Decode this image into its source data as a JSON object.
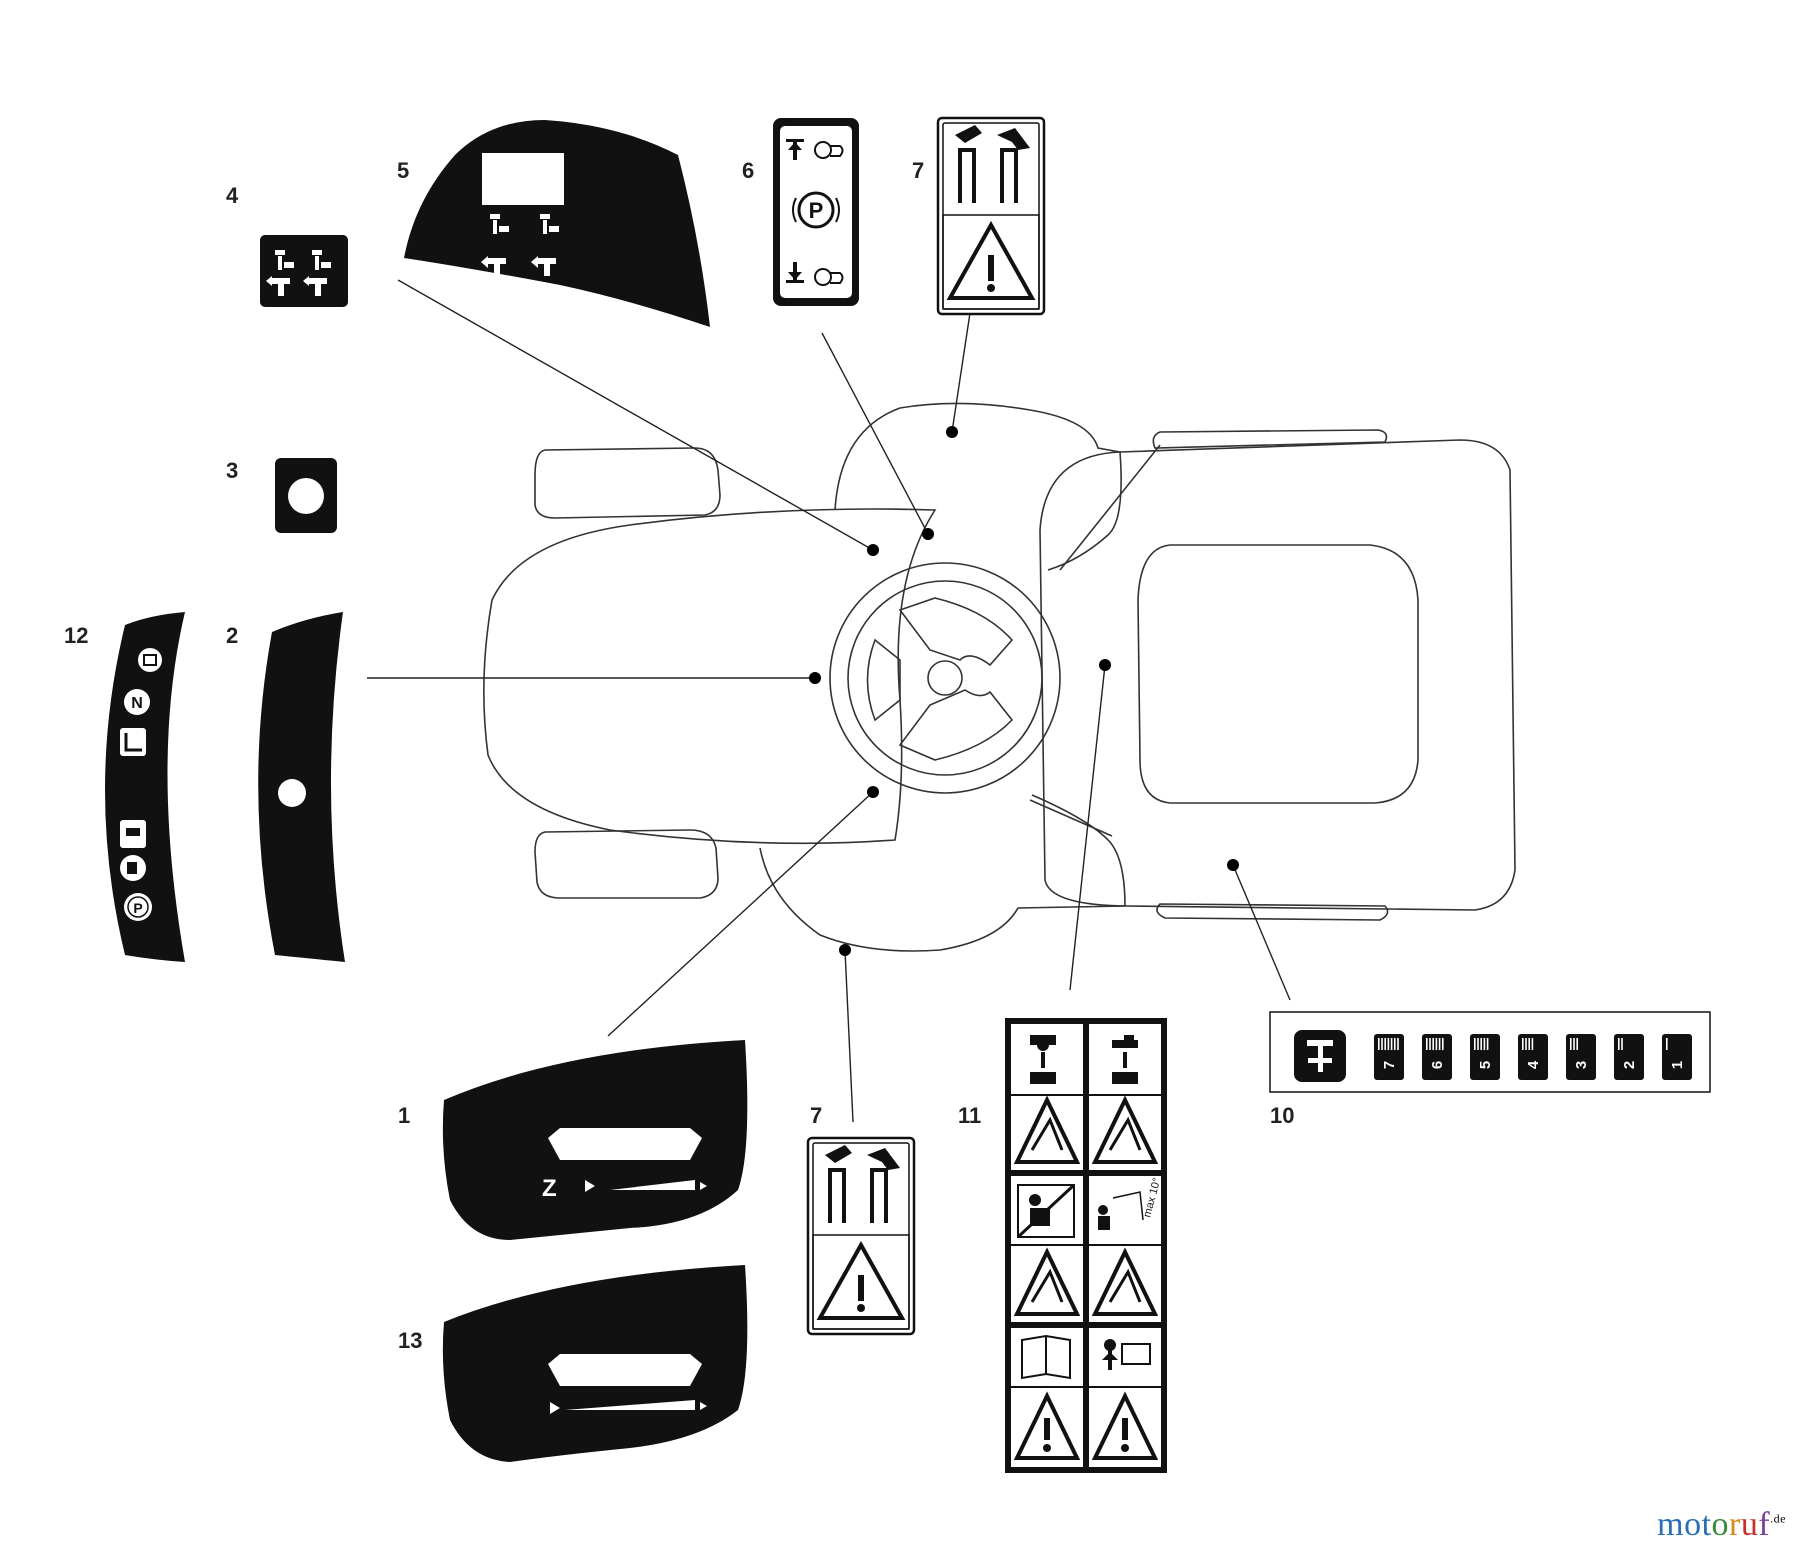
{
  "callouts": {
    "c1": "1",
    "c2": "2",
    "c3": "3",
    "c4": "4",
    "c5": "5",
    "c6": "6",
    "c7a": "7",
    "c7b": "7",
    "c10": "10",
    "c11": "11",
    "c12": "12",
    "c13": "13"
  },
  "decal10": {
    "gear_numbers": [
      "7",
      "6",
      "5",
      "4",
      "3",
      "2",
      "1"
    ]
  },
  "decal12": {
    "neutral_letter": "N",
    "park_letter": "P"
  },
  "decal6": {
    "park_letter": "P"
  },
  "decal11": {
    "max_slope_text": "max 10°"
  },
  "watermark": {
    "brand": "motoruf",
    "tld": ".de",
    "letter_colors": [
      "#2a6fb8",
      "#2a6fb8",
      "#2a6fb8",
      "#3a8a3a",
      "#d58a1a",
      "#c8302a",
      "#7a3c9a"
    ]
  },
  "colors": {
    "ink": "#111111",
    "line": "#333333",
    "background": "#ffffff"
  }
}
